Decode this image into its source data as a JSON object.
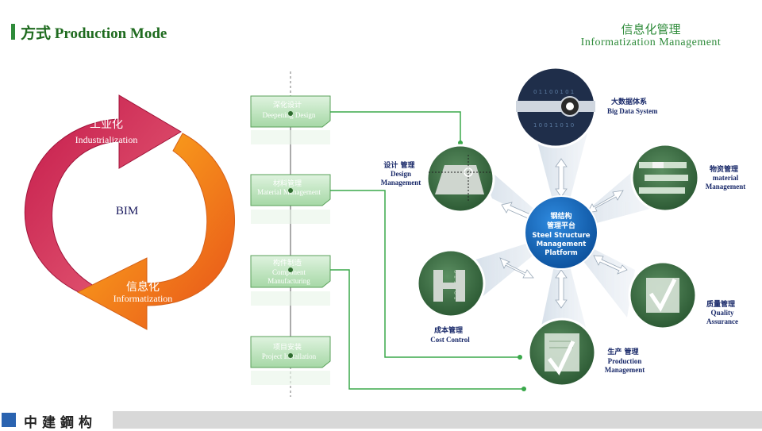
{
  "header": {
    "title": "方式 Production Mode",
    "info_cn": "信息化管理",
    "info_en": "Informatization  Management"
  },
  "cycle": {
    "top_cn": "工业化",
    "top_en": "Industrialization",
    "center": "BIM",
    "bottom_cn": "信息化",
    "bottom_en": "Informatization"
  },
  "flow": [
    {
      "cn": "深化设计",
      "en": "Deepening Design"
    },
    {
      "cn": "材料管理",
      "en": "Material Management"
    },
    {
      "cn": "构件制造",
      "en": "Component",
      "en2": "Manufacturing"
    },
    {
      "cn": "项目安装",
      "en": "Project Installation"
    }
  ],
  "hub": {
    "l1": "钢结构",
    "l2": "管理平台",
    "l3": "Steel Structure",
    "l4": "Management",
    "l5": "Platform"
  },
  "nodes": {
    "bigdata": {
      "cn": "大数据体系",
      "en": "Big Data System"
    },
    "material": {
      "cn": "物资管理",
      "en": "material",
      "en2": "Management"
    },
    "quality": {
      "cn": "质量管理",
      "en": "Quality",
      "en2": "Assurance"
    },
    "production": {
      "cn": "生产 管理",
      "en": "Production",
      "en2": "Management"
    },
    "cost": {
      "cn": "成本管理",
      "en": "Cost Control"
    },
    "design": {
      "cn": "设计 管理",
      "en": "Design",
      "en2": "Management"
    }
  },
  "footer": {
    "logo_text": "中建鋼构"
  },
  "colors": {
    "green": "#2e8b3a",
    "hub_blue": "#1a6fc4",
    "arrow_red": "#d9304f",
    "arrow_orange": "#f59a1c"
  }
}
